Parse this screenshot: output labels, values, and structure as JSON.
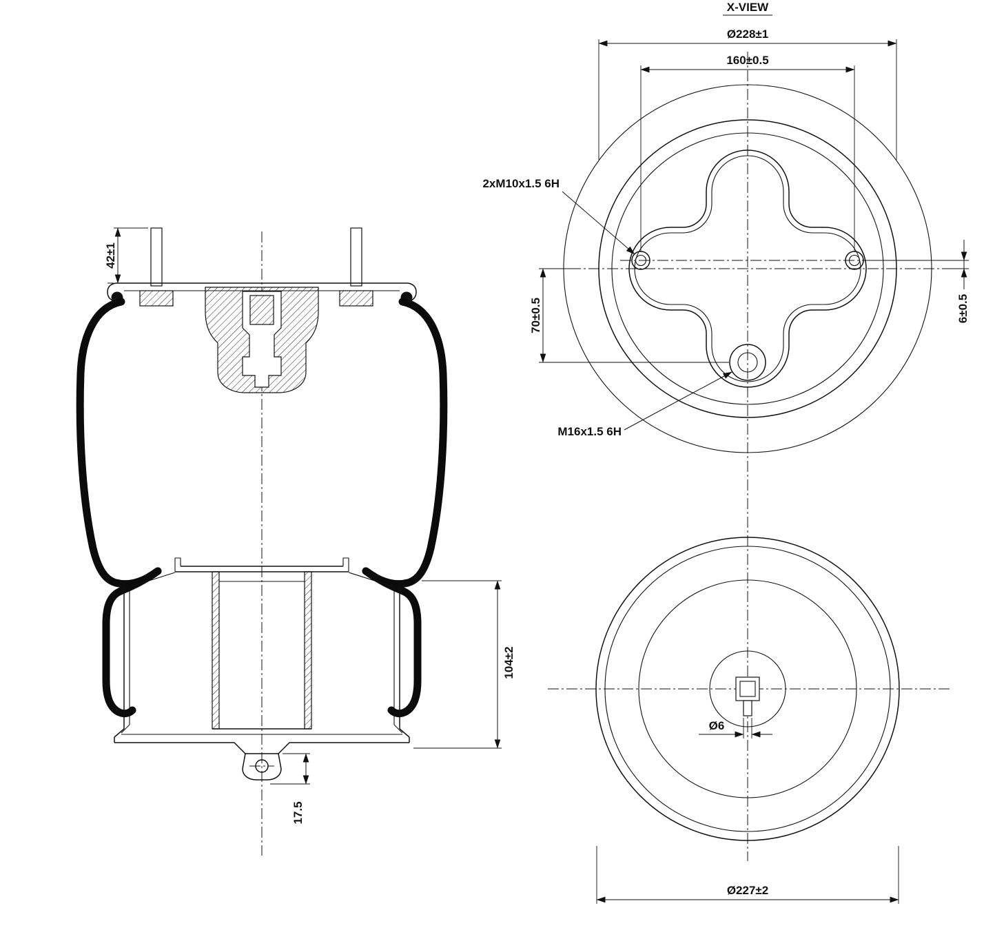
{
  "x_view": {
    "title": "X-VIEW",
    "dim_outer_diameter": "Ø228±1",
    "dim_stud_spacing": "160±0.5",
    "label_m10_threads": "2xM10x1.5 6H",
    "label_m16_thread": "M16x1.5 6H",
    "dim_center_hole_offset": "70±0.5",
    "dim_stud_line_offset": "6±0.5"
  },
  "side_view": {
    "dim_stud_length": "42±1",
    "dim_piston_height": "104±2",
    "dim_tab_offset": "17.5"
  },
  "bottom_view": {
    "dim_outer_diameter": "Ø227±2",
    "dim_drain_hole": "Ø6"
  },
  "colors": {
    "line": "#111111",
    "background": "#ffffff"
  }
}
